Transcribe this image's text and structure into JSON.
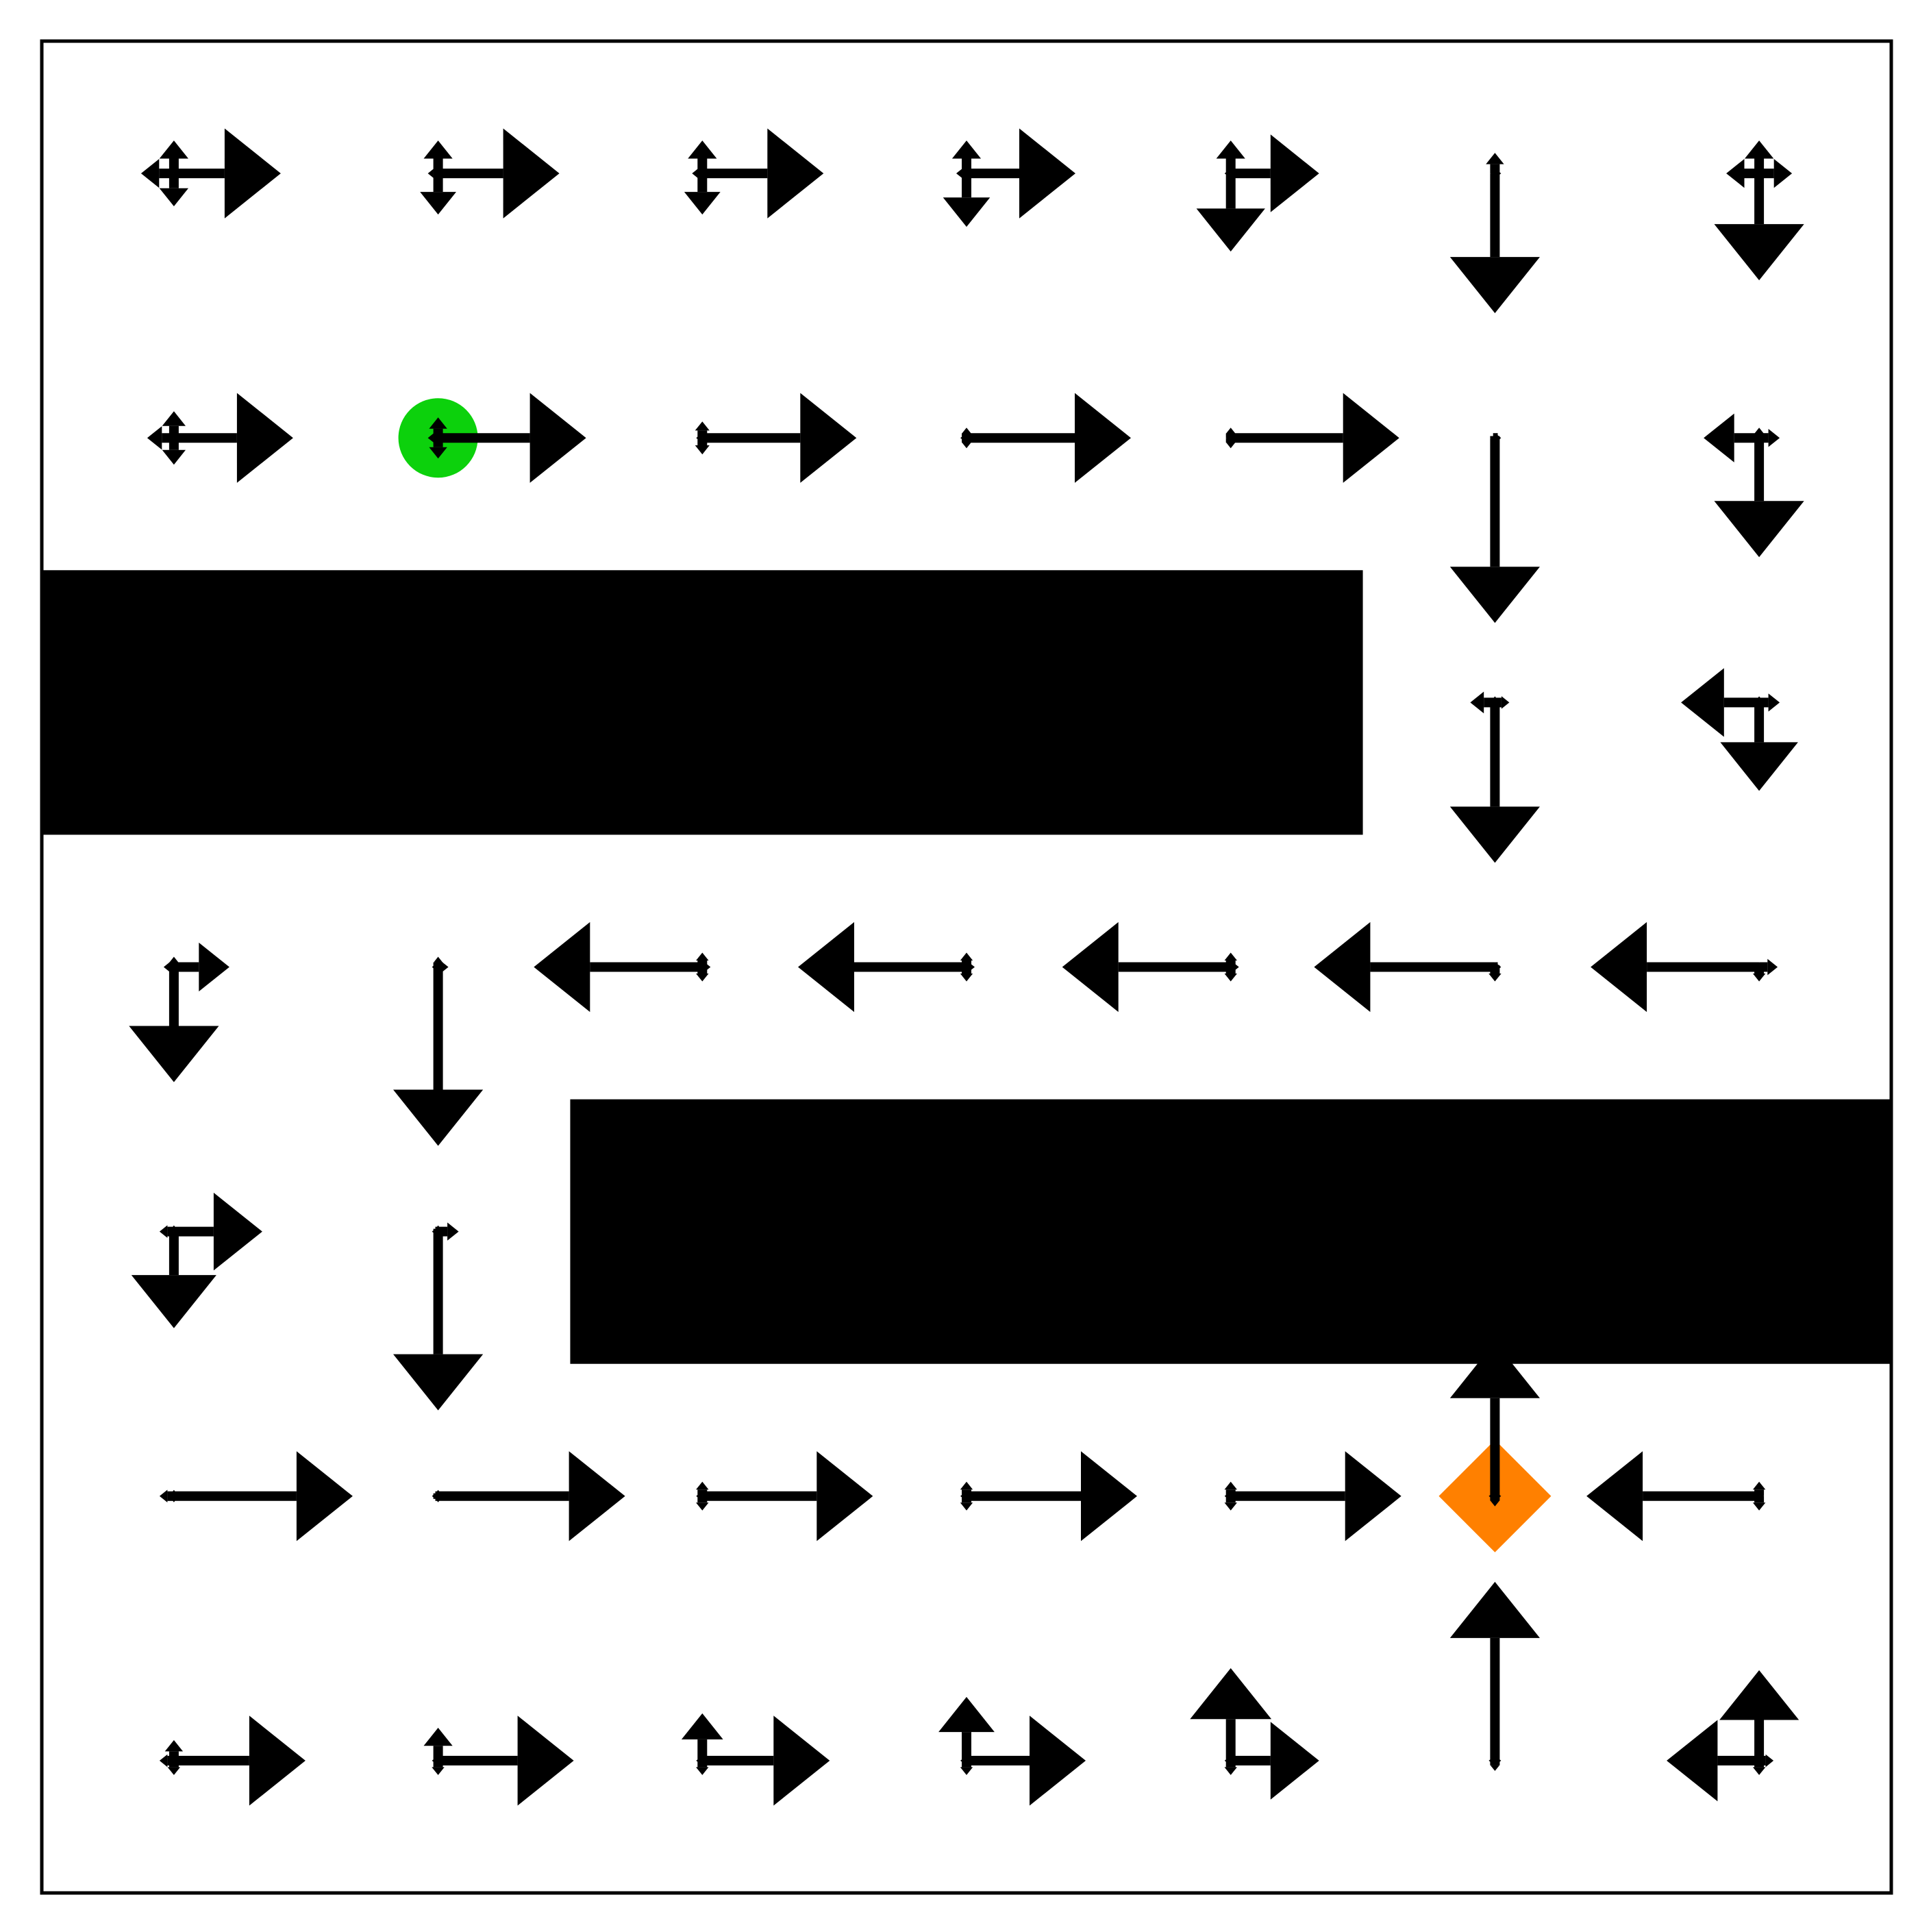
{
  "colors": {
    "background": "#ffffff",
    "wall": "#000000",
    "arrow": "#000000",
    "start": "#0cd10c",
    "goal": "#ff8000"
  },
  "grid": {
    "rows": 7,
    "cols": 7
  },
  "walls": [
    {
      "row": 2,
      "col_start": 0,
      "col_end": 4
    },
    {
      "row": 4,
      "col_start": 2,
      "col_end": 6
    }
  ],
  "start": {
    "row": 1,
    "col": 1,
    "marker": "circle"
  },
  "goal": {
    "row": 5,
    "col": 5,
    "marker": "diamond"
  },
  "cells": [
    {
      "row": 0,
      "col": 0,
      "up": 0.16,
      "down": 0.16,
      "left": 0.16,
      "right": 0.52
    },
    {
      "row": 0,
      "col": 1,
      "up": 0.16,
      "down": 0.2,
      "left": 0.05,
      "right": 0.59
    },
    {
      "row": 0,
      "col": 2,
      "up": 0.16,
      "down": 0.2,
      "left": 0.05,
      "right": 0.59
    },
    {
      "row": 0,
      "col": 3,
      "up": 0.16,
      "down": 0.26,
      "left": 0.05,
      "right": 0.53
    },
    {
      "row": 0,
      "col": 4,
      "up": 0.16,
      "down": 0.38,
      "left": 0.03,
      "right": 0.43
    },
    {
      "row": 0,
      "col": 5,
      "up": 0.1,
      "down": 0.68,
      "left": 0.02,
      "right": 0.03
    },
    {
      "row": 0,
      "col": 6,
      "up": 0.16,
      "down": 0.52,
      "left": 0.16,
      "right": 0.16
    },
    {
      "row": 1,
      "col": 0,
      "up": 0.13,
      "down": 0.13,
      "left": 0.13,
      "right": 0.58
    },
    {
      "row": 1,
      "col": 1,
      "up": 0.1,
      "down": 0.1,
      "left": 0.05,
      "right": 0.72
    },
    {
      "row": 1,
      "col": 2,
      "up": 0.08,
      "down": 0.08,
      "left": 0.03,
      "right": 0.75
    },
    {
      "row": 1,
      "col": 3,
      "up": 0.05,
      "down": 0.05,
      "left": 0.03,
      "right": 0.8
    },
    {
      "row": 1,
      "col": 4,
      "up": 0.05,
      "down": 0.05,
      "left": 0.02,
      "right": 0.82
    },
    {
      "row": 1,
      "col": 5,
      "up": 0.02,
      "down": 0.9,
      "left": 0.02,
      "right": 0.03
    },
    {
      "row": 1,
      "col": 6,
      "up": 0.05,
      "down": 0.58,
      "left": 0.27,
      "right": 0.1
    },
    {
      "row": 2,
      "col": 5,
      "up": 0.03,
      "down": 0.78,
      "left": 0.12,
      "right": 0.07
    },
    {
      "row": 2,
      "col": 6,
      "up": 0.03,
      "down": 0.43,
      "left": 0.38,
      "right": 0.1
    },
    {
      "row": 3,
      "col": 0,
      "up": 0.05,
      "down": 0.56,
      "left": 0.05,
      "right": 0.27
    },
    {
      "row": 3,
      "col": 1,
      "up": 0.05,
      "down": 0.87,
      "left": 0.03,
      "right": 0.05
    },
    {
      "row": 3,
      "col": 2,
      "up": 0.07,
      "down": 0.07,
      "left": 0.82,
      "right": 0.04
    },
    {
      "row": 3,
      "col": 3,
      "up": 0.07,
      "down": 0.07,
      "left": 0.82,
      "right": 0.04
    },
    {
      "row": 3,
      "col": 4,
      "up": 0.07,
      "down": 0.07,
      "left": 0.82,
      "right": 0.04
    },
    {
      "row": 3,
      "col": 5,
      "up": 0.02,
      "down": 0.07,
      "left": 0.88,
      "right": 0.03
    },
    {
      "row": 3,
      "col": 6,
      "up": 0.02,
      "down": 0.07,
      "left": 0.82,
      "right": 0.09
    },
    {
      "row": 4,
      "col": 0,
      "up": 0.03,
      "down": 0.47,
      "left": 0.07,
      "right": 0.43
    },
    {
      "row": 4,
      "col": 1,
      "up": 0.03,
      "down": 0.87,
      "left": 0.03,
      "right": 0.1
    },
    {
      "row": 5,
      "col": 0,
      "up": 0.03,
      "down": 0.03,
      "left": 0.07,
      "right": 0.87
    },
    {
      "row": 5,
      "col": 1,
      "up": 0.03,
      "down": 0.03,
      "left": 0.03,
      "right": 0.91
    },
    {
      "row": 5,
      "col": 2,
      "up": 0.07,
      "down": 0.07,
      "left": 0.03,
      "right": 0.83
    },
    {
      "row": 5,
      "col": 3,
      "up": 0.07,
      "down": 0.07,
      "left": 0.03,
      "right": 0.83
    },
    {
      "row": 5,
      "col": 4,
      "up": 0.07,
      "down": 0.07,
      "left": 0.03,
      "right": 0.83
    },
    {
      "row": 5,
      "col": 5,
      "up": 0.75,
      "down": 0.05,
      "left": 0.03,
      "right": 0.03
    },
    {
      "row": 5,
      "col": 6,
      "up": 0.07,
      "down": 0.07,
      "left": 0.84,
      "right": 0.02
    },
    {
      "row": 6,
      "col": 0,
      "up": 0.1,
      "down": 0.07,
      "left": 0.07,
      "right": 0.64
    },
    {
      "row": 6,
      "col": 1,
      "up": 0.16,
      "down": 0.07,
      "left": 0.03,
      "right": 0.66
    },
    {
      "row": 6,
      "col": 2,
      "up": 0.23,
      "down": 0.07,
      "left": 0.03,
      "right": 0.62
    },
    {
      "row": 6,
      "col": 3,
      "up": 0.31,
      "down": 0.07,
      "left": 0.03,
      "right": 0.58
    },
    {
      "row": 6,
      "col": 4,
      "up": 0.45,
      "down": 0.07,
      "left": 0.03,
      "right": 0.43
    },
    {
      "row": 6,
      "col": 5,
      "up": 0.87,
      "down": 0.05,
      "left": 0.03,
      "right": 0.03
    },
    {
      "row": 6,
      "col": 6,
      "up": 0.44,
      "down": 0.07,
      "left": 0.45,
      "right": 0.07
    }
  ]
}
